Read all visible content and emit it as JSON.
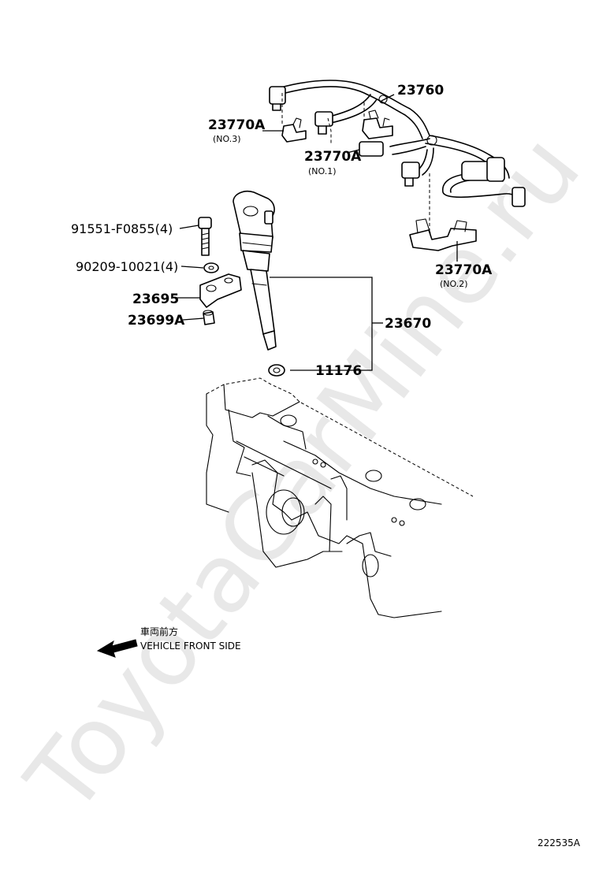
{
  "watermark": "ToyotaCarMine.ru",
  "diagram_id": "222535A",
  "front_note": {
    "japanese": "車両前方",
    "english": "VEHICLE FRONT SIDE"
  },
  "parts": {
    "p23760": {
      "number": "23760"
    },
    "p23770a_no3": {
      "number": "23770A",
      "sub": "(NO.3)"
    },
    "p23770a_no1": {
      "number": "23770A",
      "sub": "(NO.1)"
    },
    "p23770a_no2": {
      "number": "23770A",
      "sub": "(NO.2)"
    },
    "p91551": {
      "number": "91551-F0855(4)"
    },
    "p90209": {
      "number": "90209-10021(4)"
    },
    "p23695": {
      "number": "23695"
    },
    "p23699a": {
      "number": "23699A"
    },
    "p23670": {
      "number": "23670"
    },
    "p11176": {
      "number": "11176"
    }
  }
}
